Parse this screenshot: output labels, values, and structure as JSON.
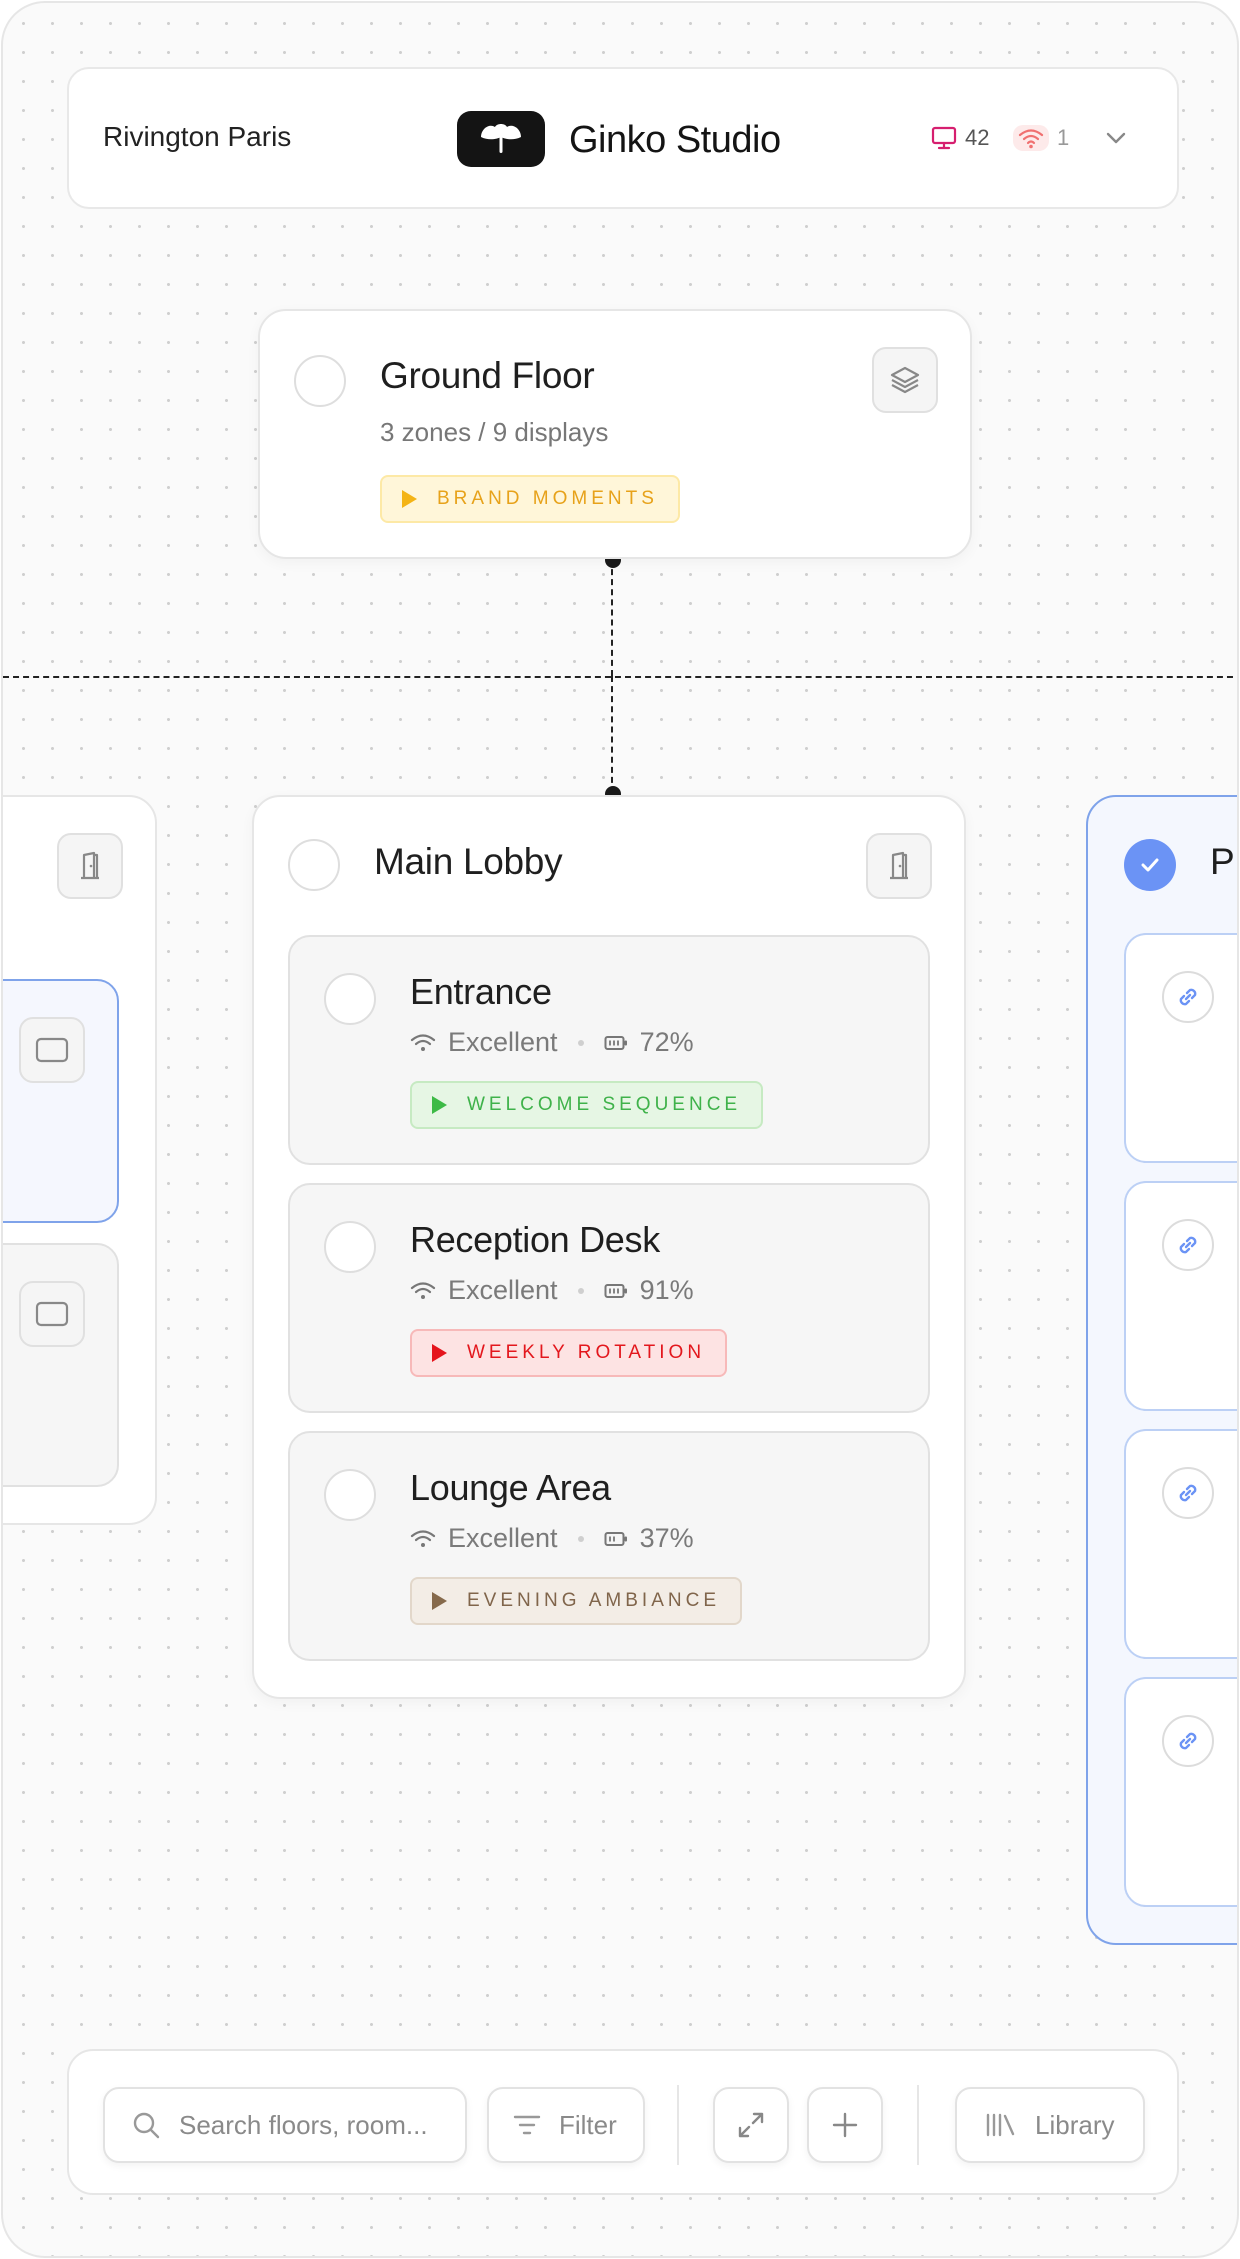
{
  "header": {
    "location": "Rivington Paris",
    "brand": "Ginko Studio",
    "displays_count": "42",
    "offline_count": "1"
  },
  "floor": {
    "title": "Ground Floor",
    "subtitle": "3 zones / 9 displays",
    "playlist": "BRAND MOMENTS"
  },
  "room": {
    "title": "Main Lobby",
    "zones": [
      {
        "name": "Entrance",
        "signal": "Excellent",
        "battery": "72%",
        "playlist": "WELCOME SEQUENCE",
        "tag_color": "green"
      },
      {
        "name": "Reception Desk",
        "signal": "Excellent",
        "battery": "91%",
        "playlist": "WEEKLY ROTATION",
        "tag_color": "red"
      },
      {
        "name": "Lounge Area",
        "signal": "Excellent",
        "battery": "37%",
        "playlist": "EVENING AMBIANCE",
        "tag_color": "brown"
      }
    ]
  },
  "right_room": {
    "title_partial": "Pr"
  },
  "toolbar": {
    "search_placeholder": "Search floors, room...",
    "filter_label": "Filter",
    "library_label": "Library"
  },
  "colors": {
    "accent_blue": "#6b93f5",
    "display_icon": "#d61f6f",
    "offline_icon": "#f07070",
    "tag_yellow": "#f4b416",
    "tag_green": "#3dba46",
    "tag_red": "#e5141c",
    "tag_brown": "#866a4c"
  }
}
